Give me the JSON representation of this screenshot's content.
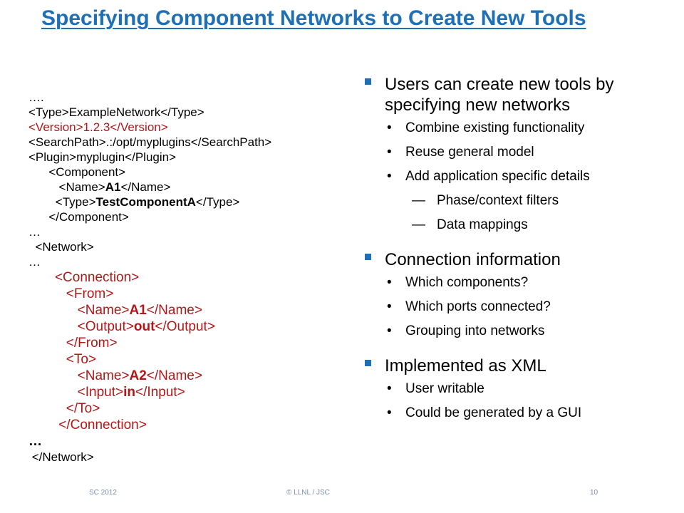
{
  "slide": {
    "title": "Specifying Component Networks to Create New Tools",
    "code_lines": [
      {
        "indent": "",
        "parts": [
          {
            "t": "….",
            "c": "black"
          }
        ]
      },
      {
        "indent": "",
        "parts": [
          {
            "t": "<Type>",
            "c": "black"
          },
          {
            "t": "ExampleNetwork",
            "c": "black"
          },
          {
            "t": "</Type>",
            "c": "black"
          }
        ]
      },
      {
        "indent": "",
        "parts": [
          {
            "t": "<Version>",
            "c": "red"
          },
          {
            "t": "1.2.3",
            "c": "red"
          },
          {
            "t": "</Version>",
            "c": "red"
          }
        ]
      },
      {
        "indent": "",
        "parts": [
          {
            "t": "<SearchPath>",
            "c": "black"
          },
          {
            "t": ".:/opt/myplugins",
            "c": "black"
          },
          {
            "t": "</SearchPath>",
            "c": "black"
          }
        ]
      },
      {
        "indent": "",
        "parts": [
          {
            "t": "<Plugin>",
            "c": "black"
          },
          {
            "t": "myplugin",
            "c": "black"
          },
          {
            "t": "</Plugin>",
            "c": "black"
          }
        ]
      },
      {
        "indent": "      ",
        "parts": [
          {
            "t": "<Component>",
            "c": "black"
          }
        ]
      },
      {
        "indent": "         ",
        "parts": [
          {
            "t": "<Name>",
            "c": "black"
          },
          {
            "t": "A1",
            "c": "black",
            "b": true
          },
          {
            "t": "</Name>",
            "c": "black"
          }
        ]
      },
      {
        "indent": "        ",
        "parts": [
          {
            "t": "<Type>",
            "c": "black"
          },
          {
            "t": "TestComponentA",
            "c": "black",
            "b": true
          },
          {
            "t": "</Type>",
            "c": "black"
          }
        ]
      },
      {
        "indent": "      ",
        "parts": [
          {
            "t": "</Component>",
            "c": "black"
          }
        ]
      },
      {
        "indent": "",
        "parts": [
          {
            "t": "…",
            "c": "black"
          }
        ]
      },
      {
        "indent": "  ",
        "parts": [
          {
            "t": "<Network>",
            "c": "black"
          }
        ]
      },
      {
        "indent": "",
        "parts": [
          {
            "t": "…",
            "c": "black"
          }
        ]
      },
      {
        "indent": "       ",
        "big": true,
        "parts": [
          {
            "t": "<Connection>",
            "c": "red"
          }
        ]
      },
      {
        "indent": "          ",
        "big": true,
        "parts": [
          {
            "t": "<From>",
            "c": "red"
          }
        ]
      },
      {
        "indent": "             ",
        "big": true,
        "parts": [
          {
            "t": "<Name>",
            "c": "red"
          },
          {
            "t": "A1",
            "c": "red",
            "b": true
          },
          {
            "t": "</Name>",
            "c": "red"
          }
        ]
      },
      {
        "indent": "             ",
        "big": true,
        "parts": [
          {
            "t": "<Output>",
            "c": "red"
          },
          {
            "t": "out",
            "c": "red",
            "b": true
          },
          {
            "t": "</Output>",
            "c": "red"
          }
        ]
      },
      {
        "indent": "          ",
        "big": true,
        "parts": [
          {
            "t": "</From>",
            "c": "red"
          }
        ]
      },
      {
        "indent": "          ",
        "big": true,
        "parts": [
          {
            "t": "<To>",
            "c": "red"
          }
        ]
      },
      {
        "indent": "             ",
        "big": true,
        "parts": [
          {
            "t": "<Name>",
            "c": "red"
          },
          {
            "t": "A2",
            "c": "red",
            "b": true
          },
          {
            "t": "</Name>",
            "c": "red"
          }
        ]
      },
      {
        "indent": "             ",
        "big": true,
        "parts": [
          {
            "t": "<Input>",
            "c": "red"
          },
          {
            "t": "in",
            "c": "red",
            "b": true
          },
          {
            "t": "</Input>",
            "c": "red"
          }
        ]
      },
      {
        "indent": "          ",
        "big": true,
        "parts": [
          {
            "t": "</To>",
            "c": "red"
          }
        ]
      },
      {
        "indent": "        ",
        "big": true,
        "parts": [
          {
            "t": "</Connection>",
            "c": "red"
          }
        ]
      },
      {
        "indent": "",
        "big": true,
        "parts": [
          {
            "t": "…",
            "c": "black",
            "b": true
          }
        ]
      },
      {
        "indent": " ",
        "parts": [
          {
            "t": "</Network>",
            "c": "black"
          }
        ]
      }
    ],
    "bullets": [
      {
        "text": "Users can create new tools by specifying new networks",
        "sub": [
          {
            "text": "Combine existing functionality"
          },
          {
            "text": "Reuse general model"
          },
          {
            "text": "Add application specific details",
            "sub": [
              {
                "text": "Phase/context filters"
              },
              {
                "text": "Data mappings"
              }
            ]
          }
        ]
      },
      {
        "text": "Connection information",
        "sub": [
          {
            "text": "Which components?"
          },
          {
            "text": "Which ports connected?"
          },
          {
            "text": "Grouping into networks"
          }
        ]
      },
      {
        "text": "Implemented as XML",
        "sub": [
          {
            "text": "User writable"
          },
          {
            "text": "Could be generated by a GUI"
          }
        ]
      }
    ],
    "footer": {
      "left": "SC 2012",
      "center": "© LLNL / JSC",
      "page": "10"
    },
    "colors": {
      "accent": "#1f6fb5",
      "code_red": "#b01818"
    }
  }
}
